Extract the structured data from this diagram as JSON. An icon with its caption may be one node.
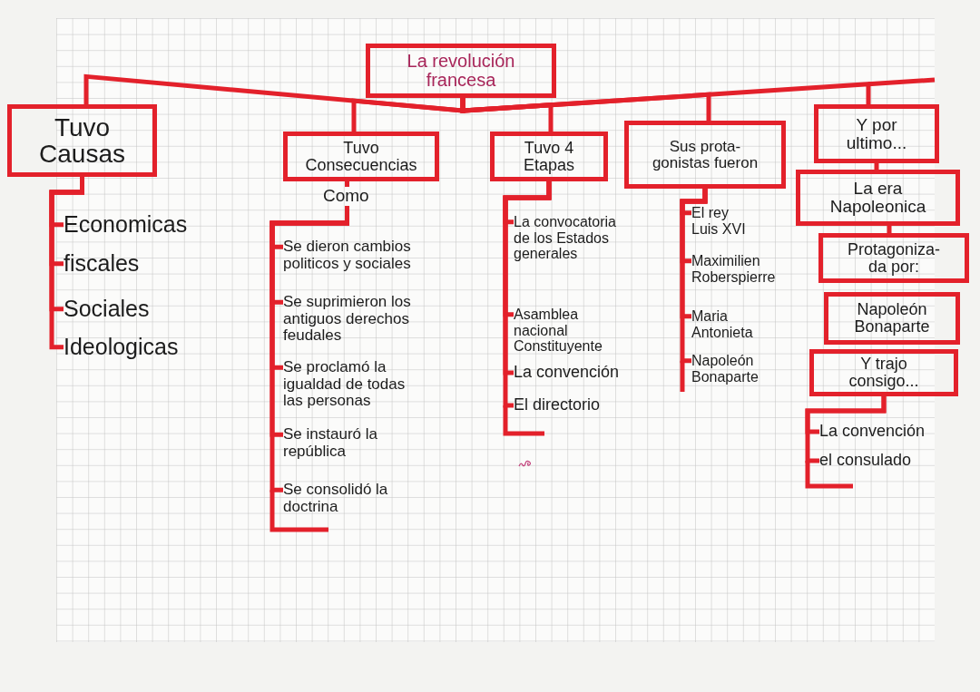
{
  "diagram": {
    "nodes": [
      {
        "text": [
          "La revolución francesa"
        ]
      },
      {
        "text": [
          "Tuvo Causas"
        ]
      },
      {
        "text": [
          "Tuvo Consecuencias"
        ]
      },
      {
        "text": [
          "Tuvo 4 Etapas"
        ]
      },
      {
        "text": [
          "Sus prota- gonistas fueron"
        ]
      },
      {
        "text": [
          "Y por ultimo..."
        ]
      },
      {
        "text": [
          "La era Napoleonica"
        ]
      },
      {
        "text": [
          "Protagoniza- da por:"
        ]
      },
      {
        "text": [
          "Napoleón Bonaparte"
        ]
      },
      {
        "text": [
          "Y trajo consigo..."
        ]
      },
      {
        "text": [
          "Como"
        ]
      },
      {
        "text": [
          "Economicas"
        ]
      },
      {
        "text": [
          "fiscales"
        ]
      },
      {
        "text": [
          "Sociales"
        ]
      },
      {
        "text": [
          "Ideologicas"
        ]
      },
      {
        "text": [
          "Se dieron cambios politicos y sociales"
        ]
      },
      {
        "text": [
          "Se suprimieron los antiguos derechos feudales"
        ]
      },
      {
        "text": [
          "Se proclamó la igualdad de todas las personas"
        ]
      },
      {
        "text": [
          "Se instauró la república"
        ]
      },
      {
        "text": [
          "Se consolidó la doctrina"
        ]
      },
      {
        "text": [
          "La convocatoria de los Estados generales"
        ]
      },
      {
        "text": [
          "Asamblea nacional Constituyente"
        ]
      },
      {
        "text": [
          "La convención"
        ]
      },
      {
        "text": [
          "El directorio"
        ]
      },
      {
        "text": [
          "El rey Luis XVI"
        ]
      },
      {
        "text": [
          "Maximilien Roberspierre"
        ]
      },
      {
        "text": [
          "Maria Antonieta"
        ]
      },
      {
        "text": [
          "Napoleón Bonaparte"
        ]
      },
      {
        "text": [
          "La convención"
        ]
      },
      {
        "text": [
          "el consulado"
        ]
      }
    ],
    "edges": [
      {
        "from": 0,
        "to": 1,
        "arrow": "none"
      },
      {
        "from": 0,
        "to": 2,
        "arrow": "none"
      },
      {
        "from": 0,
        "to": 3,
        "arrow": "none"
      },
      {
        "from": 0,
        "to": 4,
        "arrow": "none"
      },
      {
        "from": 0,
        "to": 5,
        "arrow": "none"
      },
      {
        "from": 1,
        "to": 11,
        "arrow": "none"
      },
      {
        "from": 1,
        "to": 12,
        "arrow": "none"
      },
      {
        "from": 1,
        "to": 13,
        "arrow": "none"
      },
      {
        "from": 1,
        "to": 14,
        "arrow": "none"
      },
      {
        "from": 2,
        "to": 10,
        "arrow": "none"
      },
      {
        "from": 10,
        "to": 15,
        "arrow": "none"
      },
      {
        "from": 10,
        "to": 16,
        "arrow": "none"
      },
      {
        "from": 10,
        "to": 17,
        "arrow": "none"
      },
      {
        "from": 10,
        "to": 18,
        "arrow": "none"
      },
      {
        "from": 10,
        "to": 19,
        "arrow": "none"
      },
      {
        "from": 3,
        "to": 20,
        "arrow": "none"
      },
      {
        "from": 3,
        "to": 21,
        "arrow": "none"
      },
      {
        "from": 3,
        "to": 22,
        "arrow": "none"
      },
      {
        "from": 3,
        "to": 23,
        "arrow": "none"
      },
      {
        "from": 4,
        "to": 24,
        "arrow": "none"
      },
      {
        "from": 4,
        "to": 25,
        "arrow": "none"
      },
      {
        "from": 4,
        "to": 26,
        "arrow": "none"
      },
      {
        "from": 4,
        "to": 27,
        "arrow": "none"
      },
      {
        "from": 5,
        "to": 6,
        "arrow": "none"
      },
      {
        "from": 6,
        "to": 7,
        "arrow": "none"
      },
      {
        "from": 9,
        "to": 28,
        "arrow": "none"
      },
      {
        "from": 9,
        "to": 29,
        "arrow": "none"
      }
    ]
  }
}
